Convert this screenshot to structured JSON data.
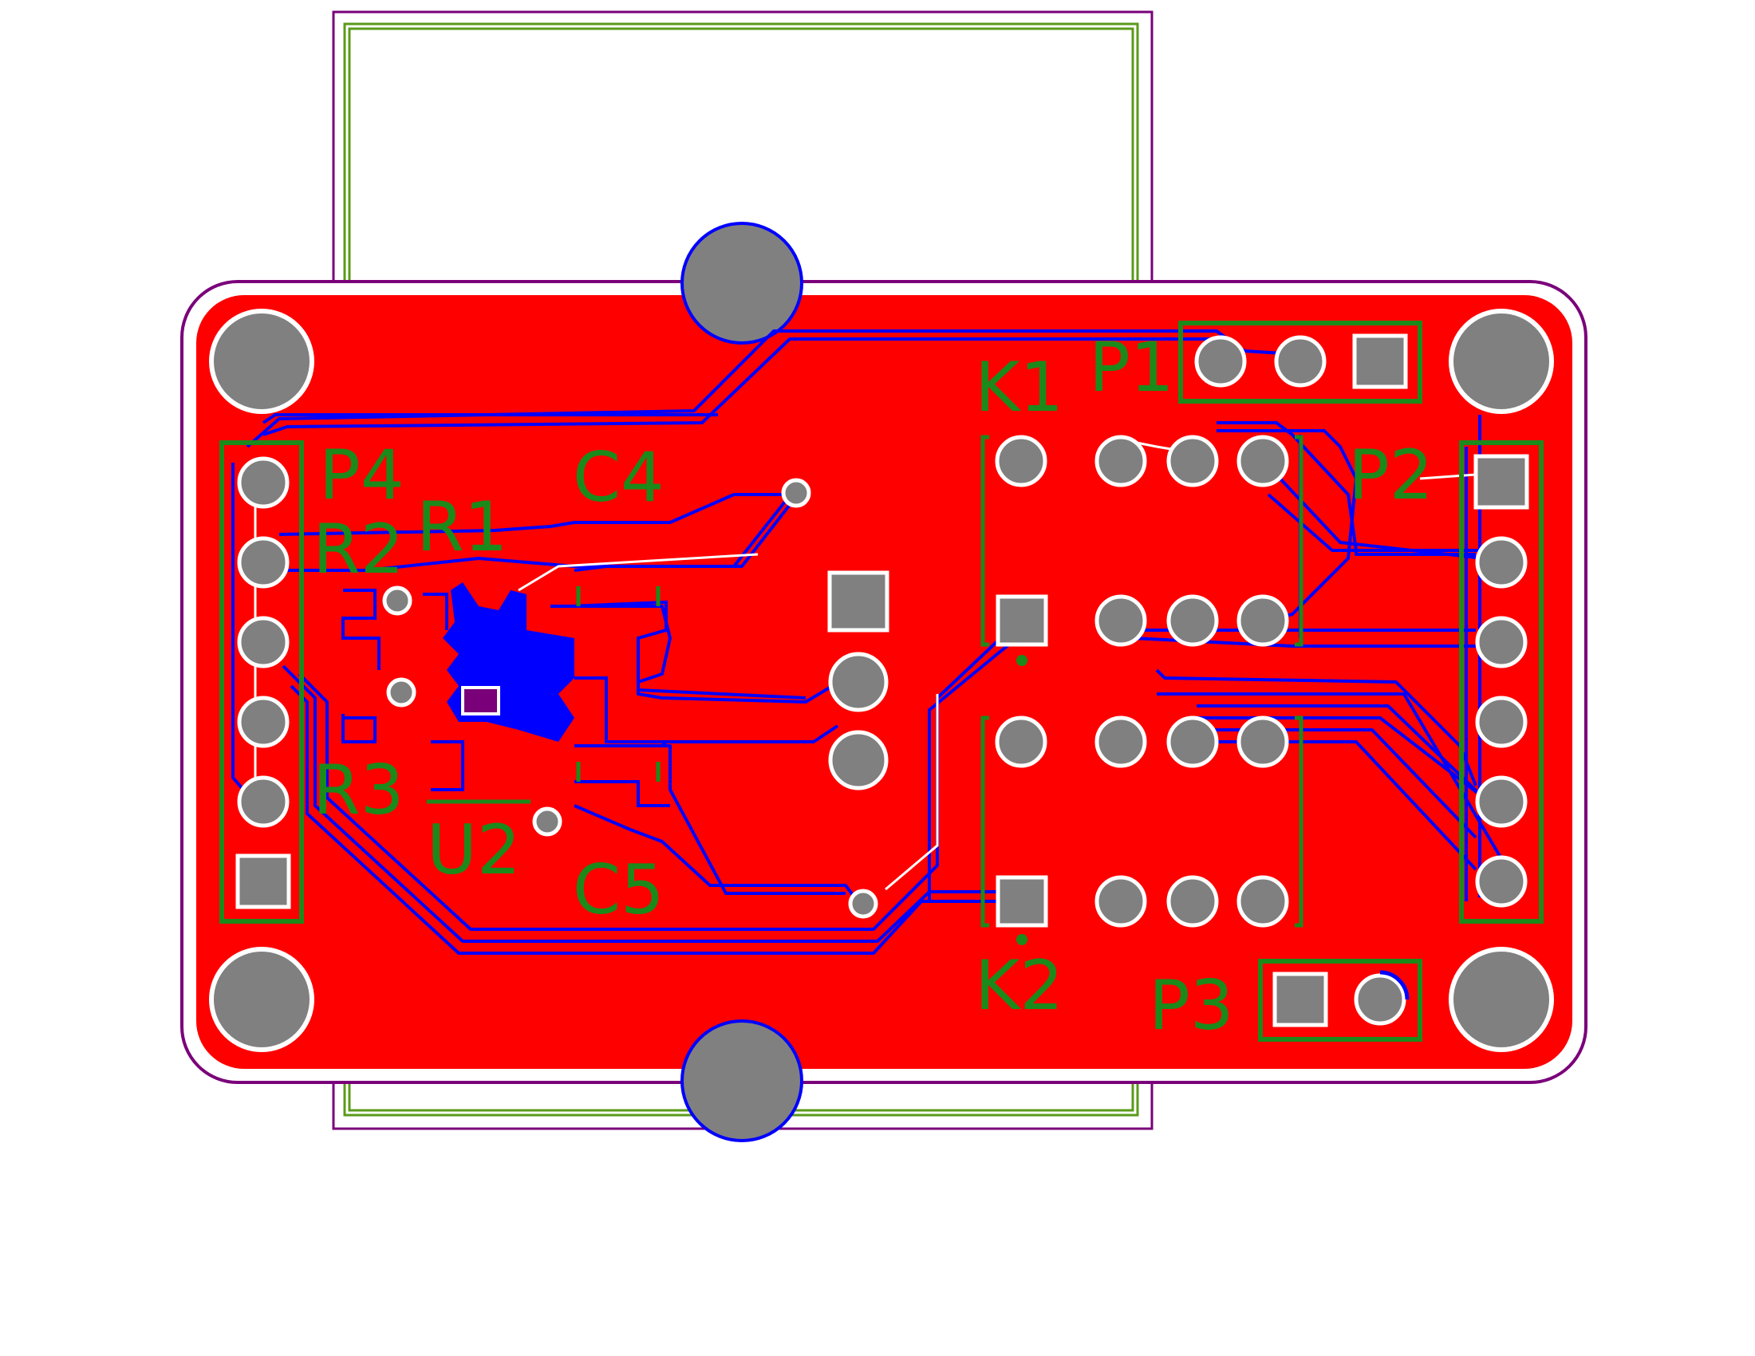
{
  "board": {
    "colors": {
      "copper_top": "#ff0000",
      "copper_bottom": "#0000ff",
      "silkscreen": "#1b8a1b",
      "board_outline": "#7a007a",
      "keepout": "#5a9a1a",
      "pad": "#808080",
      "clearance": "#ffffff",
      "marker": "#7a007a"
    },
    "labels": {
      "p1": "P1",
      "p2": "P2",
      "p3": "P3",
      "p4": "P4",
      "k1": "K1",
      "k2": "K2",
      "r1": "R1",
      "r2": "R2",
      "r3": "R3",
      "c4": "C4",
      "c5": "C5",
      "u2": "U2"
    }
  }
}
